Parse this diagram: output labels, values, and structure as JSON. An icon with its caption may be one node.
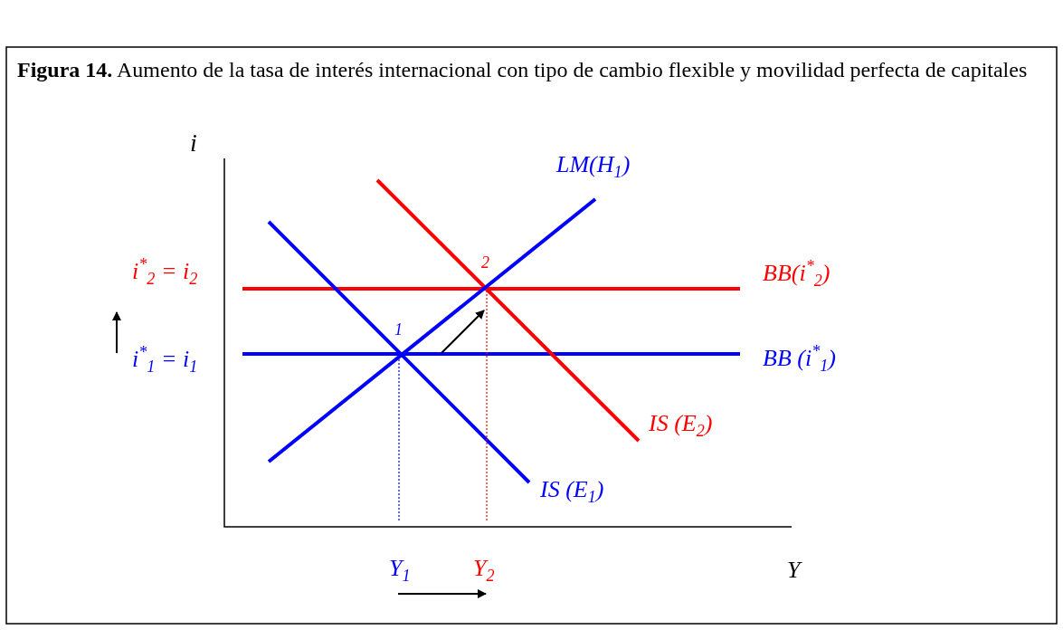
{
  "diagram": {
    "title": "**Figura 14.** Aumento de la tasa de interés internacional con tipo de cambio flexible y movilidad perfecta de capitales",
    "labels": [
      "i",
      "LM(H$_{1}$)",
      "2",
      "i$^{*}$$_{2}$ = i$_{2}$",
      "BB(i$^{*}$$_{2}$)",
      "1",
      "i$^{*}$$_{1}$ = i$_{1}$",
      "BB (i$^{*}$$_{1}$)",
      "IS (E$_{2}$)",
      "IS (E$_{1}$)",
      "Y$_{1}$",
      "Y$_{2}$",
      "Y"
    ]
  }
}
